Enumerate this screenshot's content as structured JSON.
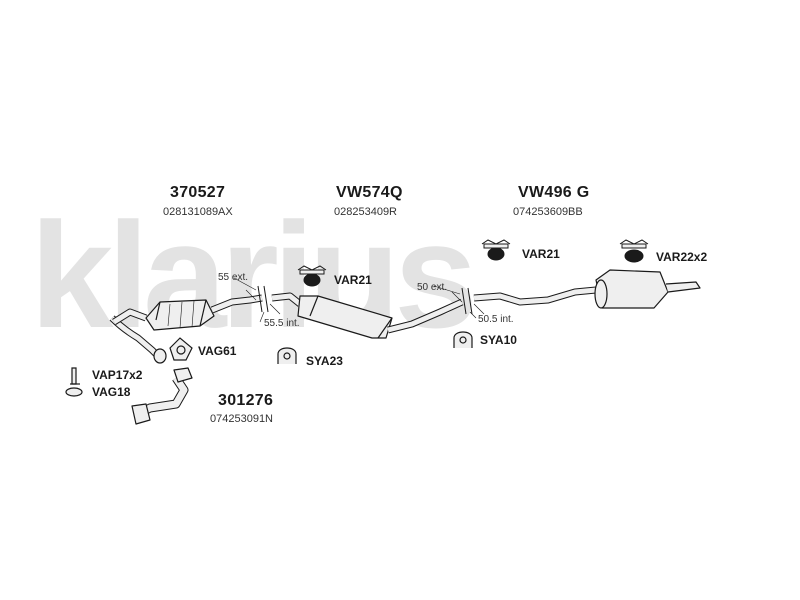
{
  "watermark": "klarius",
  "sections": [
    {
      "part_number": "370527",
      "ref": "028131089AX"
    },
    {
      "part_number": "VW574Q",
      "ref": "028253409R"
    },
    {
      "part_number": "VW496 G",
      "ref": "074253609BB"
    },
    {
      "part_number": "301276",
      "ref": "074253091N"
    }
  ],
  "fittings": {
    "var21_a": "VAR21",
    "var21_b": "VAR21",
    "var22x2": "VAR22x2",
    "vag61": "VAG61",
    "sya23": "SYA23",
    "sya10": "SYA10",
    "vap17x2": "VAP17x2",
    "vag18": "VAG18"
  },
  "dimensions": {
    "ext_55": "55 ext.",
    "int_555": "55.5 int.",
    "ext_50": "50 ext.",
    "int_505": "50.5 int."
  },
  "colors": {
    "watermark": "#e3e3e3",
    "line": "#1a1a1a",
    "fill": "#efefef"
  }
}
